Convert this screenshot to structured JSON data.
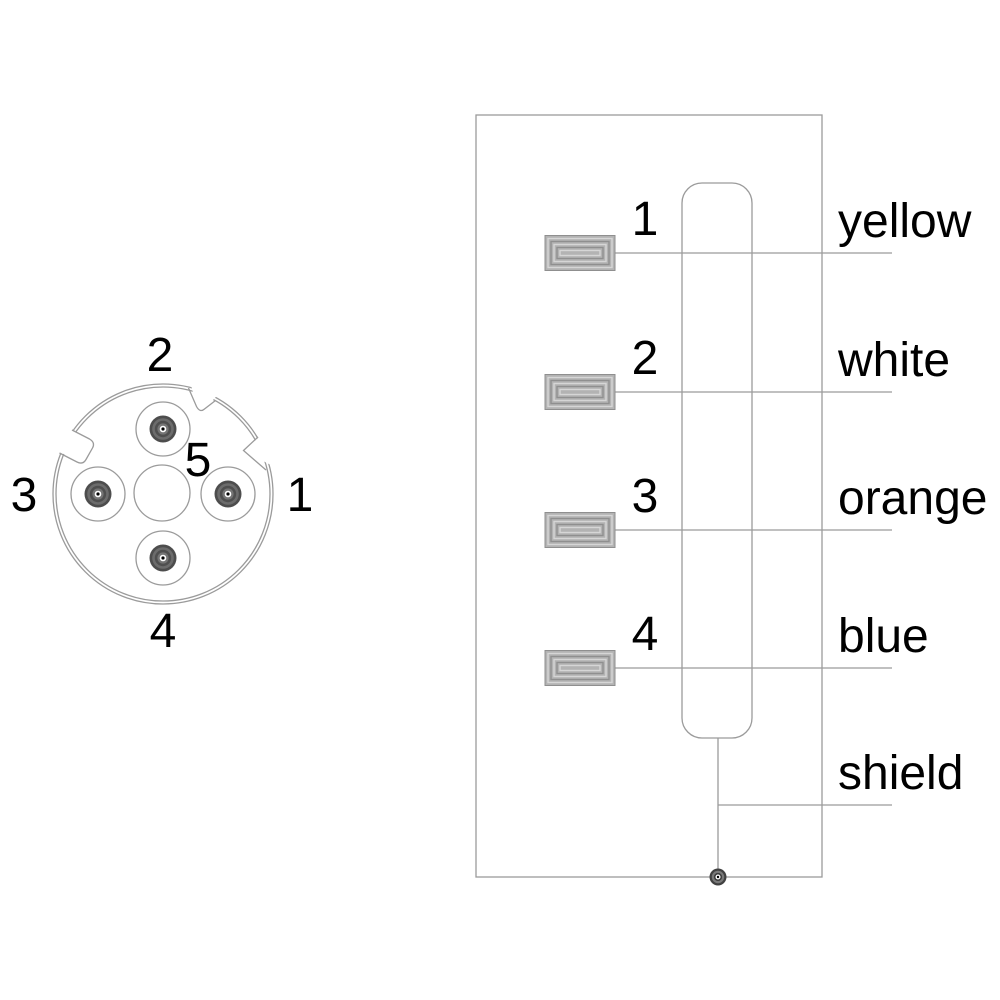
{
  "connector_face": {
    "pin_labels": [
      "1",
      "2",
      "3",
      "4",
      "5"
    ]
  },
  "wiring": {
    "rows": [
      {
        "pin": "1",
        "color": "yellow"
      },
      {
        "pin": "2",
        "color": "white"
      },
      {
        "pin": "3",
        "color": "orange"
      },
      {
        "pin": "4",
        "color": "blue"
      }
    ],
    "shield_label": "shield"
  },
  "colors": {
    "line": "#9b9b9b",
    "text": "#000000",
    "terminal_fill": "#b3b3b3",
    "terminal_line_light": "#d6d6d6",
    "terminal_line_dark": "#8f8f8f"
  }
}
